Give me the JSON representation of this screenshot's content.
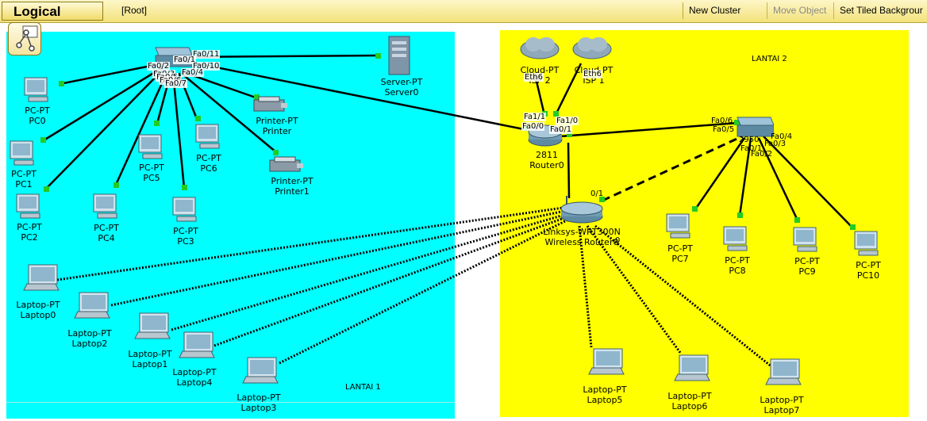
{
  "toolbar": {
    "workspace_tab": "Logical",
    "breadcrumb": "[Root]",
    "new_cluster": "New Cluster",
    "move_object": "Move Object",
    "set_tiled_background": "Set Tiled Backgrour"
  },
  "areas": {
    "lantai1": "LANTAI 1",
    "lantai2": "LANTAI 2"
  },
  "colors": {
    "lantai1_bg": "#00ffff",
    "lantai2_bg": "#ffff00",
    "link_dot": "#22cc22"
  },
  "devices": {
    "server0": {
      "type": "Server-PT",
      "name": "Server0"
    },
    "pc0": {
      "type": "PC-PT",
      "name": "PC0"
    },
    "pc1": {
      "type": "PC-PT",
      "name": "PC1"
    },
    "pc2": {
      "type": "PC-PT",
      "name": "PC2"
    },
    "pc3": {
      "type": "PC-PT",
      "name": "PC3"
    },
    "pc4": {
      "type": "PC-PT",
      "name": "PC4"
    },
    "pc5": {
      "type": "PC-PT",
      "name": "PC5"
    },
    "pc6": {
      "type": "PC-PT",
      "name": "PC6"
    },
    "printer": {
      "type": "Printer-PT",
      "name": "Printer"
    },
    "printer1": {
      "type": "Printer-PT",
      "name": "Printer1"
    },
    "laptop0": {
      "type": "Laptop-PT",
      "name": "Laptop0"
    },
    "laptop1": {
      "type": "Laptop-PT",
      "name": "Laptop1"
    },
    "laptop2": {
      "type": "Laptop-PT",
      "name": "Laptop2"
    },
    "laptop3": {
      "type": "Laptop-PT",
      "name": "Laptop3"
    },
    "laptop4": {
      "type": "Laptop-PT",
      "name": "Laptop4"
    },
    "cloud_isp2": {
      "type": "Cloud-PT",
      "name": "ISP 2"
    },
    "cloud_isp1": {
      "type": "Cloud-PT",
      "name": "ISP 1"
    },
    "router0": {
      "type": "2811",
      "name": "Router0"
    },
    "wrouter0": {
      "type": "Linksys-WRT300N",
      "name": "Wireless Router0"
    },
    "pc7": {
      "type": "PC-PT",
      "name": "PC7"
    },
    "pc8": {
      "type": "PC-PT",
      "name": "PC8"
    },
    "pc9": {
      "type": "PC-PT",
      "name": "PC9"
    },
    "pc10": {
      "type": "PC-PT",
      "name": "PC10"
    },
    "laptop5": {
      "type": "Laptop-PT",
      "name": "Laptop5"
    },
    "laptop6": {
      "type": "Laptop-PT",
      "name": "Laptop6"
    },
    "laptop7": {
      "type": "Laptop-PT",
      "name": "Laptop7"
    }
  },
  "ports": {
    "sw1_fa011": "Fa0/11",
    "sw1_fa01": "Fa0/1",
    "sw1_fa02": "Fa0/2",
    "sw1_fa010": "Fa0/10",
    "sw1_fa03": "Fa0/3",
    "sw1_fa04": "Fa0/4",
    "sw1_fa05": "Fa0/5",
    "sw1_fa06": "Fa0/6",
    "sw1_fa07": "Fa0/7",
    "r0_fa11": "Fa1/1",
    "r0_fa00": "Fa0/0",
    "r0_fa10": "Fa1/0",
    "r0_fa01": "Fa0/1",
    "cloud2_eth": "Eth6",
    "cloud1_eth": "Eth6",
    "sw2_fa06": "Fa0/6",
    "sw2_fa05": "Fa0/5",
    "sw2_fa04": "Fa0/4",
    "sw2_fa03": "Fa0/3",
    "sw2_fa02": "Fa0/2",
    "sw2_fa01": "Fa0/1",
    "sw2_model": "2950",
    "wr_port": "0/1",
    "wr_port2": "0"
  }
}
